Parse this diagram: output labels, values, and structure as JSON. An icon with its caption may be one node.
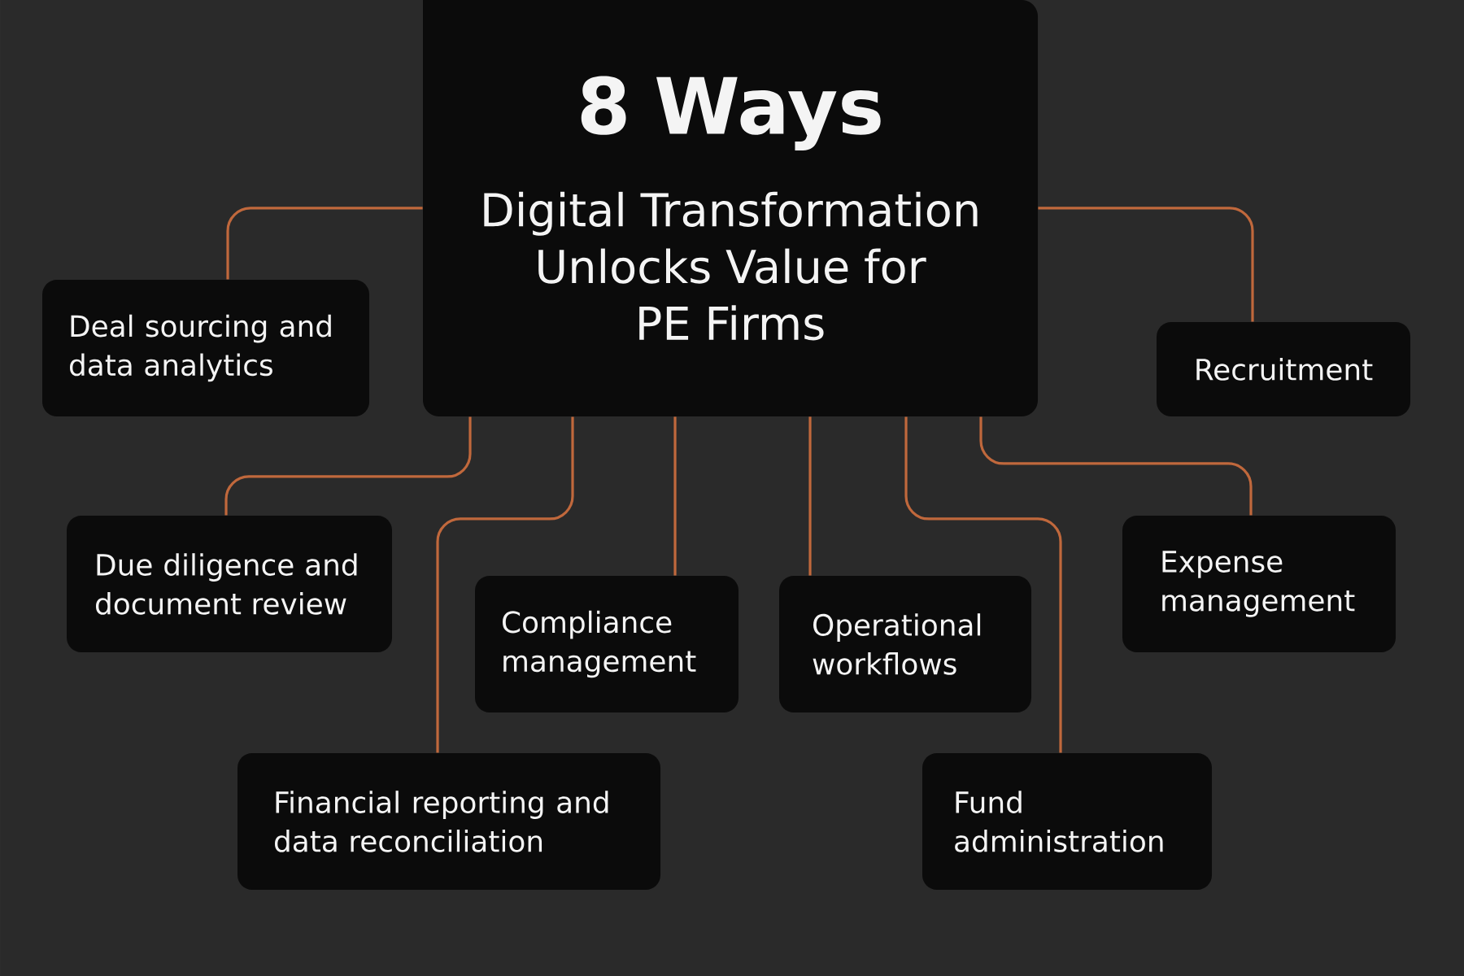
{
  "diagram": {
    "nodes": [
      {
        "text": [
          "8 Ways",
          "Digital Transformation Unlocks Value for PE Firms"
        ]
      },
      {
        "text": [
          "Deal sourcing and data analytics"
        ]
      },
      {
        "text": [
          "Recruitment"
        ]
      },
      {
        "text": [
          "Due diligence and document review"
        ]
      },
      {
        "text": [
          "Compliance management"
        ]
      },
      {
        "text": [
          "Operational workflows"
        ]
      },
      {
        "text": [
          "Expense management"
        ]
      },
      {
        "text": [
          "Financial reporting and data reconciliation"
        ]
      },
      {
        "text": [
          "Fund administration"
        ]
      }
    ],
    "edges": [
      {
        "from": 0,
        "to": 1,
        "arrow": "none"
      },
      {
        "from": 0,
        "to": 2,
        "arrow": "none"
      },
      {
        "from": 0,
        "to": 3,
        "arrow": "none"
      },
      {
        "from": 0,
        "to": 4,
        "arrow": "none"
      },
      {
        "from": 0,
        "to": 5,
        "arrow": "none"
      },
      {
        "from": 0,
        "to": 6,
        "arrow": "none"
      },
      {
        "from": 0,
        "to": 7,
        "arrow": "none"
      },
      {
        "from": 0,
        "to": 8,
        "arrow": "none"
      }
    ]
  }
}
